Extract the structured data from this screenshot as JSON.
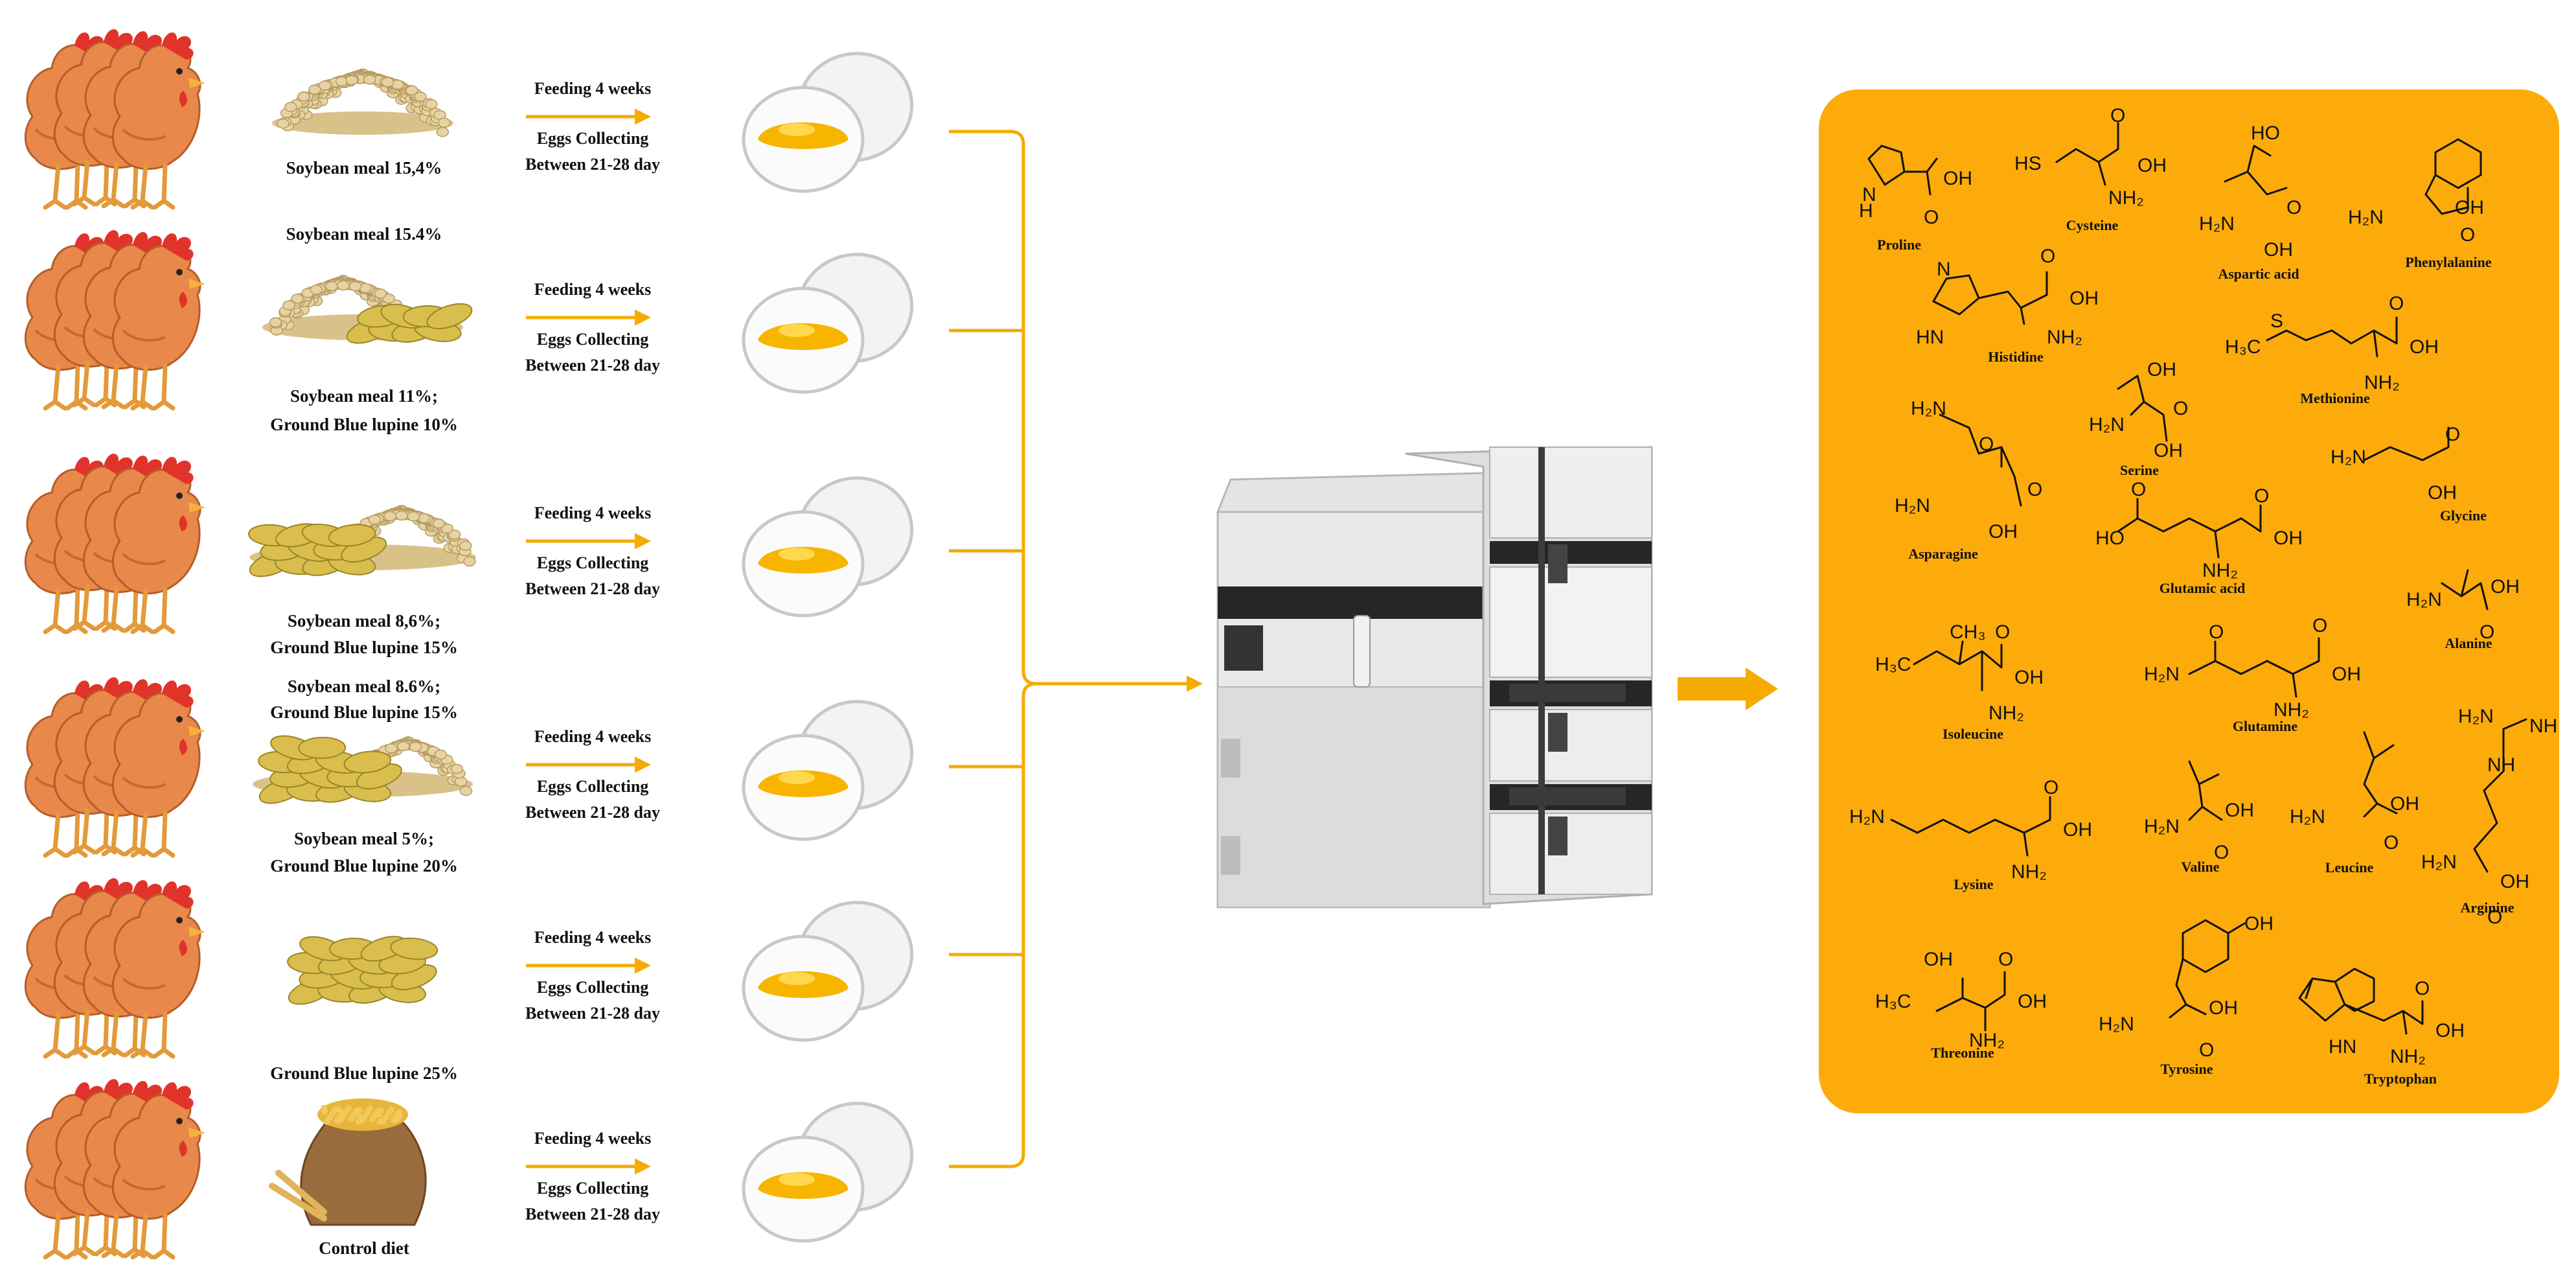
{
  "colors": {
    "accent": "#f5ab00",
    "panel": "#fdab0a",
    "hen_body": "#e8884a",
    "hen_comb": "#e0342a",
    "yolk": "#f7b500",
    "sack": "#9a6b3c",
    "soy": "#e7d3a2",
    "lupine": "#d9be4e"
  },
  "groups": [
    {
      "feed_label_above": "",
      "feed_label_lines": [
        "Soybean meal 15,4%"
      ],
      "feed_icon": "soybean-meal-pile",
      "feeding": "Feeding 4 weeks",
      "collect_line1": "Eggs Collecting",
      "collect_line2": "Between 21-28 day"
    },
    {
      "feed_label_above": "Soybean meal 15.4%",
      "feed_label_lines": [
        "Soybean meal 11%;",
        "Ground Blue lupine 10%"
      ],
      "feed_icon": "soybean-lupine-mix-pile",
      "feeding": "Feeding 4 weeks",
      "collect_line1": "Eggs Collecting",
      "collect_line2": "Between 21-28 day"
    },
    {
      "feed_label_above": "",
      "feed_label_lines": [
        "Soybean meal 8,6%;",
        "Ground Blue lupine 15%"
      ],
      "feed_icon": "lupine-soybean-mix-pile",
      "feeding": "Feeding 4 weeks",
      "collect_line1": "Eggs Collecting",
      "collect_line2": "Between 21-28 day"
    },
    {
      "feed_label_above_lines": [
        "Soybean meal 8.6%;",
        "Ground Blue lupine 15%"
      ],
      "feed_label_lines": [
        "Soybean meal 5%;",
        "Ground Blue lupine 20%"
      ],
      "feed_icon": "lupine-heavy-mix-pile",
      "feeding": "Feeding 4 weeks",
      "collect_line1": "Eggs Collecting",
      "collect_line2": "Between 21-28 day"
    },
    {
      "feed_label_above": "",
      "feed_label_lines": [
        "Ground Blue lupine 25%"
      ],
      "feed_icon": "lupine-pile",
      "feeding": "Feeding 4 weeks",
      "collect_line1": "Eggs Collecting",
      "collect_line2": "Between 21-28 day"
    },
    {
      "feed_label_above": "",
      "feed_label_lines": [
        "Control diet"
      ],
      "feed_icon": "grain-sack",
      "feeding": "Feeding 4 weeks",
      "collect_line1": "Eggs Collecting",
      "collect_line2": "Between 21-28 day"
    }
  ],
  "instrument_icon": "hplc-analyzer",
  "amino_acids": [
    "Proline",
    "Cysteine",
    "Aspartic acid",
    "Phenylalanine",
    "Histidine",
    "Methionine",
    "Asparagine",
    "Serine",
    "Glycine",
    "Glutamic acid",
    "Alanine",
    "Isoleucine",
    "Glutamine",
    "Arginine",
    "Lysine",
    "Valine",
    "Leucine",
    "Threonine",
    "Tyrosine",
    "Tryptophan"
  ]
}
